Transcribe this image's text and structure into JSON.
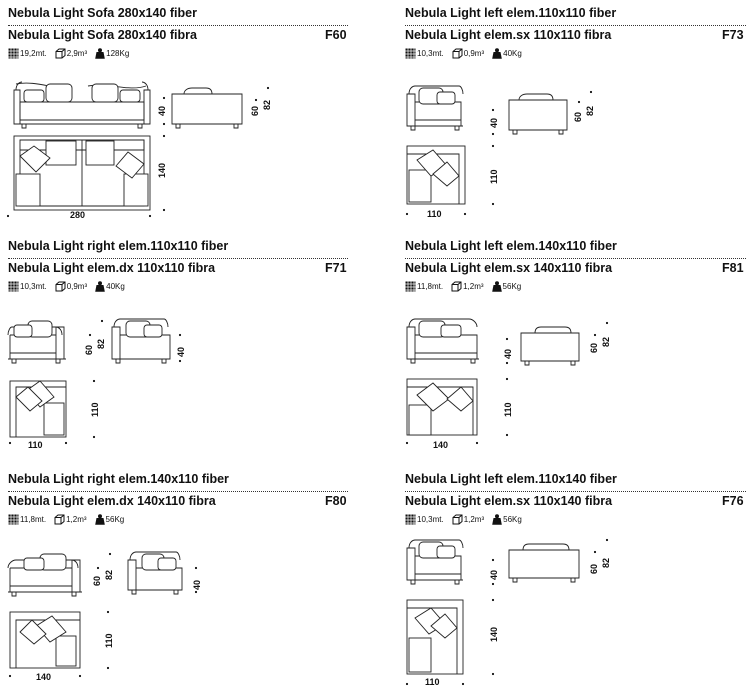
{
  "icons": {
    "fabric": "fabric-meter-icon",
    "volume": "box-volume-icon",
    "weight": "weight-icon"
  },
  "items": [
    {
      "title_en": "Nebula Light Sofa 280x140 fiber",
      "title_it": "Nebula Light Sofa 280x140 fibra",
      "code": "F60",
      "fabric": "19,2mt.",
      "volume": "2,9m³",
      "weight": "128Kg",
      "dims": {
        "h": "40",
        "seat": "60",
        "back": "82",
        "width": "280",
        "depth": "140"
      }
    },
    {
      "title_en": "Nebula Light left elem.110x110 fiber",
      "title_it": "Nebula Light elem.sx 110x110 fibra",
      "code": "F73",
      "fabric": "10,3mt.",
      "volume": "0,9m³",
      "weight": "40Kg",
      "dims": {
        "h": "40",
        "seat": "60",
        "back": "82",
        "width": "110",
        "depth": "110"
      }
    },
    {
      "title_en": "Nebula Light right elem.110x110 fiber",
      "title_it": "Nebula Light elem.dx 110x110 fibra",
      "code": "F71",
      "fabric": "10,3mt.",
      "volume": "0,9m³",
      "weight": "40Kg",
      "dims": {
        "h": "40",
        "seat": "60",
        "back": "82",
        "width": "110",
        "depth": "110"
      }
    },
    {
      "title_en": "Nebula Light left elem.140x110 fiber",
      "title_it": "Nebula Light elem.sx 140x110 fibra",
      "code": "F81",
      "fabric": "11,8mt.",
      "volume": "1,2m³",
      "weight": "56Kg",
      "dims": {
        "h": "40",
        "seat": "60",
        "back": "82",
        "width": "140",
        "depth": "110"
      }
    },
    {
      "title_en": "Nebula Light right elem.140x110 fiber",
      "title_it": "Nebula Light elem.dx 140x110 fibra",
      "code": "F80",
      "fabric": "11,8mt.",
      "volume": "1,2m³",
      "weight": "56Kg",
      "dims": {
        "h": "40",
        "seat": "60",
        "back": "82",
        "width": "140",
        "depth": "110"
      }
    },
    {
      "title_en": "Nebula Light left elem.110x140 fiber",
      "title_it": "Nebula Light elem.sx 110x140 fibra",
      "code": "F76",
      "fabric": "10,3mt.",
      "volume": "1,2m³",
      "weight": "56Kg",
      "dims": {
        "h": "40",
        "seat": "60",
        "back": "82",
        "width": "110",
        "depth": "140"
      }
    }
  ]
}
